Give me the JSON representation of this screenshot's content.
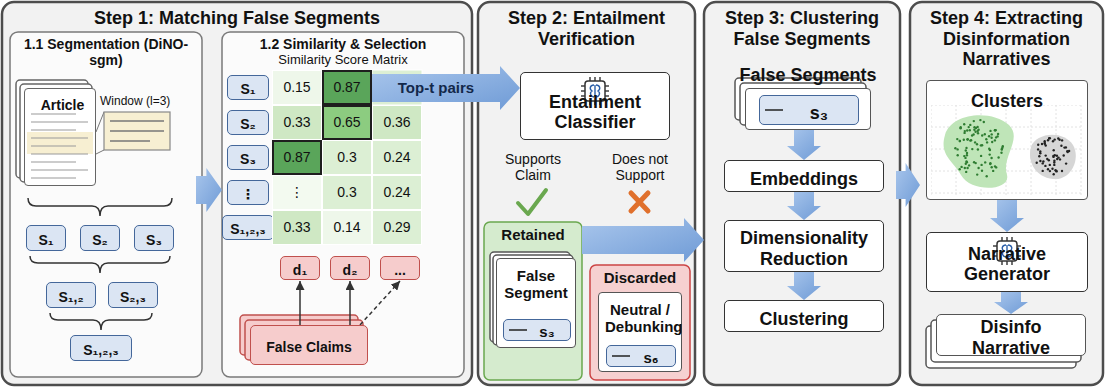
{
  "diagram": {
    "nodes": [
      {
        "text": [
          "Step 1: Matching False Segments"
        ]
      },
      {
        "text": [
          "1.1 Segmentation (DiNO-sgm)"
        ],
        "in": 0
      },
      {
        "text": [
          "Article"
        ],
        "in": 1
      },
      {
        "text": [
          "S₁"
        ],
        "in": 1
      },
      {
        "text": [
          "S₂"
        ],
        "in": 1
      },
      {
        "text": [
          "S₃"
        ],
        "in": 1
      },
      {
        "text": [
          "S₁,₂"
        ],
        "in": 1
      },
      {
        "text": [
          "S₂,₃"
        ],
        "in": 1
      },
      {
        "text": [
          "S₁,₂,₃"
        ],
        "in": 1
      },
      {
        "text": [
          "1.2 Similarity & Selection"
        ],
        "in": 0
      },
      {
        "text": [
          "S₁"
        ],
        "in": 9
      },
      {
        "text": [
          "S₂"
        ],
        "in": 9
      },
      {
        "text": [
          "S₃"
        ],
        "in": 9
      },
      {
        "text": [
          "⋮"
        ],
        "in": 9
      },
      {
        "text": [
          "S₁,₂,₃"
        ],
        "in": 9
      },
      {
        "text": [
          "d₁"
        ],
        "in": 9
      },
      {
        "text": [
          "d₂"
        ],
        "in": 9
      },
      {
        "text": [
          "..."
        ],
        "in": 9
      },
      {
        "text": [
          "False Claims"
        ],
        "in": 9
      },
      {
        "text": [
          "Step 2: Entailment Verification"
        ]
      },
      {
        "text": [
          "Entailment Classifier"
        ],
        "in": 19
      },
      {
        "text": [
          "Retained"
        ],
        "in": 19
      },
      {
        "text": [
          "False Segment"
        ],
        "in": 21
      },
      {
        "text": [
          "s₃"
        ],
        "in": 22
      },
      {
        "text": [
          "Discarded"
        ],
        "in": 19
      },
      {
        "text": [
          "Neutral / Debunking"
        ],
        "in": 24
      },
      {
        "text": [
          "s₆"
        ],
        "in": 25
      },
      {
        "text": [
          "Step 3: Clustering False Segments"
        ]
      },
      {
        "text": [
          "False Segments"
        ],
        "in": 27
      },
      {
        "text": [
          "s₃"
        ],
        "in": 28
      },
      {
        "text": [
          "Embeddings"
        ],
        "in": 27
      },
      {
        "text": [
          "Dimensionality Reduction"
        ],
        "in": 27
      },
      {
        "text": [
          "Clustering"
        ],
        "in": 27
      },
      {
        "text": [
          "Step 4: Extracting Disinformation Narratives"
        ]
      },
      {
        "text": [
          "Clusters"
        ],
        "in": 33
      },
      {
        "text": [
          "Narrative Generator"
        ],
        "in": 33
      },
      {
        "text": [
          "Disinfo Narrative"
        ],
        "in": 33
      }
    ],
    "edges": [
      {
        "from": 1,
        "to": 9,
        "arrow": "to"
      },
      {
        "from": 18,
        "to": 15,
        "arrow": "to"
      },
      {
        "from": 18,
        "to": 16,
        "arrow": "to"
      },
      {
        "from": 18,
        "to": 17,
        "arrow": "to"
      },
      {
        "from": 9,
        "to": 20,
        "label": "Top-t pairs",
        "arrow": "to"
      },
      {
        "from": 21,
        "to": 27,
        "arrow": "to"
      },
      {
        "from": 28,
        "to": 30,
        "arrow": "to"
      },
      {
        "from": 30,
        "to": 31,
        "arrow": "to"
      },
      {
        "from": 31,
        "to": 32,
        "arrow": "to"
      },
      {
        "from": 27,
        "to": 33,
        "arrow": "to"
      },
      {
        "from": 34,
        "to": 35,
        "arrow": "to"
      },
      {
        "from": 35,
        "to": 36,
        "arrow": "to"
      }
    ],
    "labels": [
      "Window (l=3)",
      "Similarity Score Matrix",
      "0.15",
      "0.87",
      "0.33",
      "0.65",
      "0.36",
      "0.87",
      "0.3",
      "0.24",
      "⋮",
      "0.3",
      "0.24",
      "0.33",
      "0.14",
      "0.29",
      "Supports Claim",
      "Does not Support"
    ]
  }
}
